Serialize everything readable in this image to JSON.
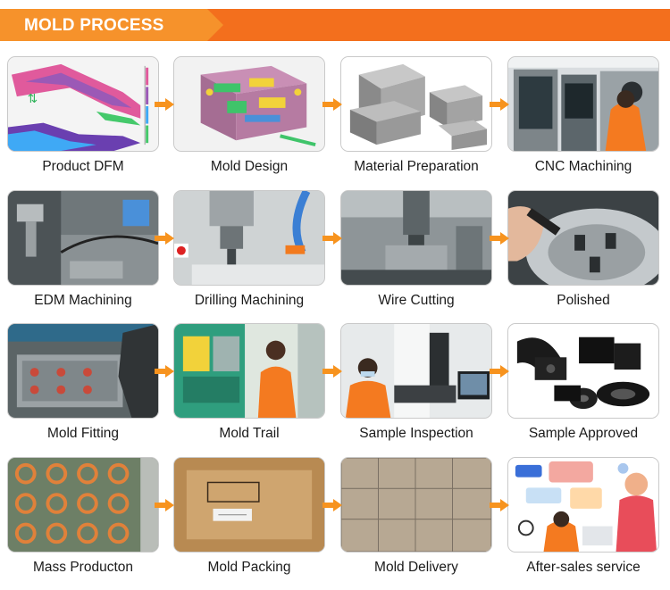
{
  "header": {
    "title": "MOLD PROCESS"
  },
  "colors": {
    "accent": "#f36f1d",
    "banner": "#f6922b",
    "arrow": "#f7931e"
  },
  "steps": [
    {
      "label": "Product DFM"
    },
    {
      "label": "Mold Design"
    },
    {
      "label": "Material  Preparation"
    },
    {
      "label": "CNC Machining"
    },
    {
      "label": "EDM Machining"
    },
    {
      "label": "Drilling Machining"
    },
    {
      "label": "Wire Cutting"
    },
    {
      "label": "Polished"
    },
    {
      "label": "Mold Fitting"
    },
    {
      "label": "Mold Trail"
    },
    {
      "label": "Sample Inspection"
    },
    {
      "label": "Sample Approved"
    },
    {
      "label": "Mass Producton"
    },
    {
      "label": "Mold Packing"
    },
    {
      "label": "Mold Delivery"
    },
    {
      "label": "After-sales service"
    }
  ]
}
